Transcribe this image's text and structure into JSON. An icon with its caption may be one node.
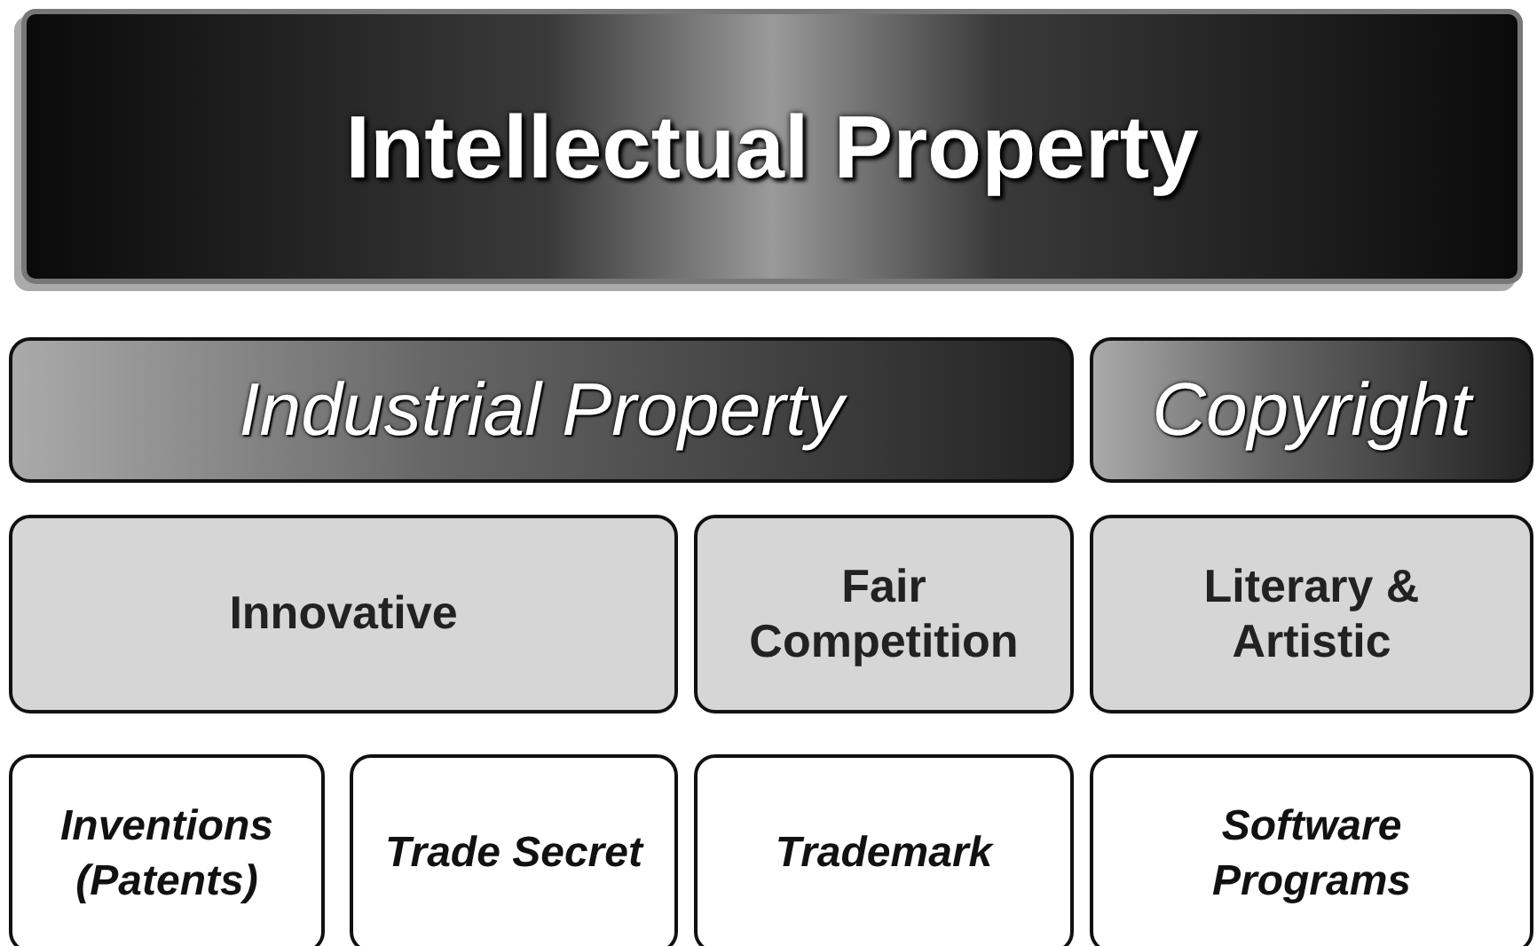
{
  "diagram": {
    "nodes": [
      {
        "text": [
          "Intellectual Property"
        ]
      },
      {
        "text": [
          "Industrial Property"
        ]
      },
      {
        "text": [
          "Copyright"
        ]
      },
      {
        "text": [
          "Innovative"
        ]
      },
      {
        "text": [
          "Fair Competition"
        ]
      },
      {
        "text": [
          "Literary & Artistic"
        ]
      },
      {
        "text": [
          "Inventions (Patents)"
        ]
      },
      {
        "text": [
          "Trade Secret"
        ]
      },
      {
        "text": [
          "Trademark"
        ]
      },
      {
        "text": [
          "Software Programs"
        ]
      }
    ]
  }
}
